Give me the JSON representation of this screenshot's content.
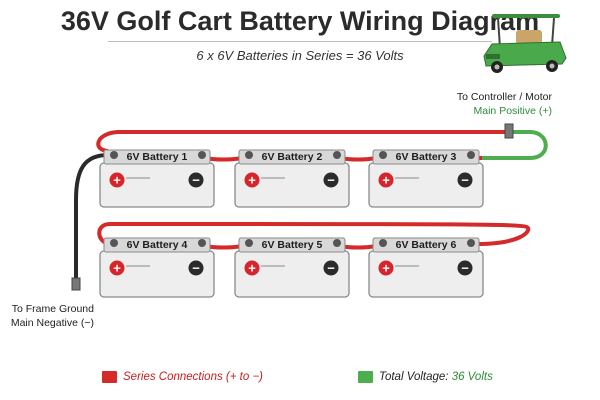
{
  "title": "36V Golf Cart Battery Wiring Diagram",
  "subtitle": "6 x 6V Batteries in Series = 36 Volts",
  "batteries": [
    {
      "label": "6V Battery 1"
    },
    {
      "label": "6V Battery 2"
    },
    {
      "label": "6V Battery 3"
    },
    {
      "label": "6V Battery 4"
    },
    {
      "label": "6V Battery 5"
    },
    {
      "label": "6V Battery 6"
    }
  ],
  "terminal_symbols": {
    "positive": "+",
    "negative": "−"
  },
  "annotations": {
    "controller_line1": "To Controller / Motor",
    "controller_line2": "Main Positive (+)",
    "ground_line1": "To Frame Ground",
    "ground_line2": "Main Negative (−)"
  },
  "legend": {
    "series_label": "Series Connections (+ to −)",
    "total_label": "Total Voltage:",
    "total_value": "36 Volts"
  },
  "colors": {
    "series_cable": "#d42a2a",
    "main_positive_cable": "#4cae4c",
    "ground_cable": "#2a2a2a",
    "positive_terminal": "#d7262b",
    "negative_terminal": "#2b2b2b",
    "battery_body": "#eeeeee"
  },
  "icons": {
    "cart": "golf-cart-icon"
  }
}
